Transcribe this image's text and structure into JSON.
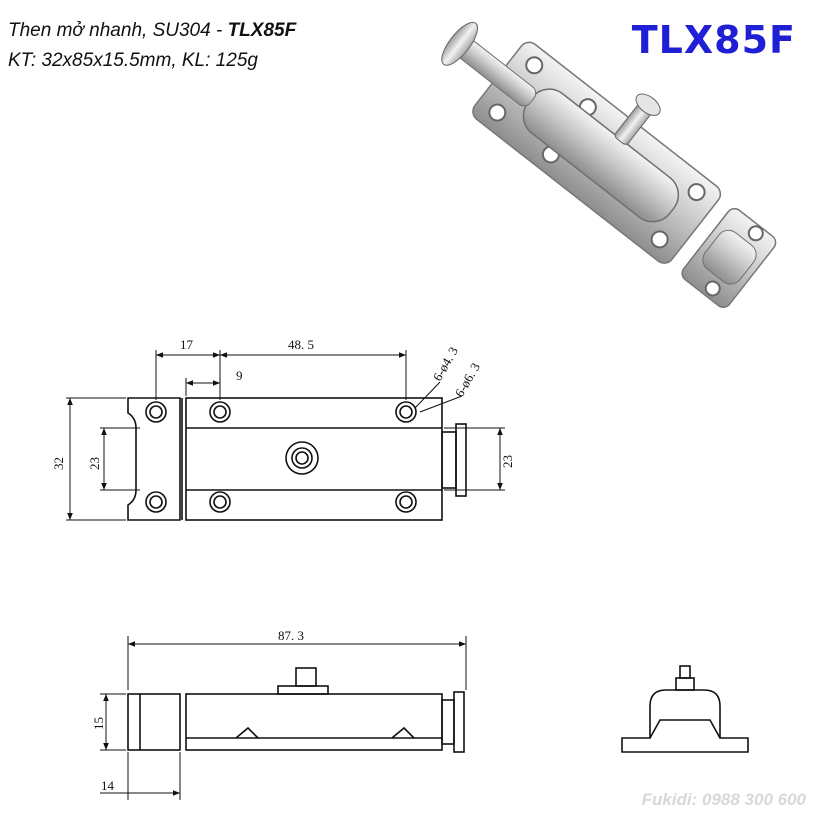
{
  "header": {
    "line1_prefix": "Then mở nhanh, SU304 - ",
    "line1_model": "TLX85F",
    "line2": "KT: 32x85x15.5mm, KL: 125g"
  },
  "badge": {
    "model": "TLX85F",
    "color": "#1f1fd6"
  },
  "watermark": "Fukidi: 0988 300 600",
  "drawing": {
    "top_view": {
      "dims": {
        "spacing_17": "17",
        "spacing_48_5": "48. 5",
        "offset_9": "9",
        "hole_small": "6-ø4. 3",
        "hole_large": "6-ø6. 3",
        "height_32": "32",
        "height_23_left": "23",
        "height_23_right": "23"
      }
    },
    "side_view": {
      "dims": {
        "length_87_3": "87. 3",
        "height_15": "15",
        "width_14": "14"
      }
    }
  }
}
